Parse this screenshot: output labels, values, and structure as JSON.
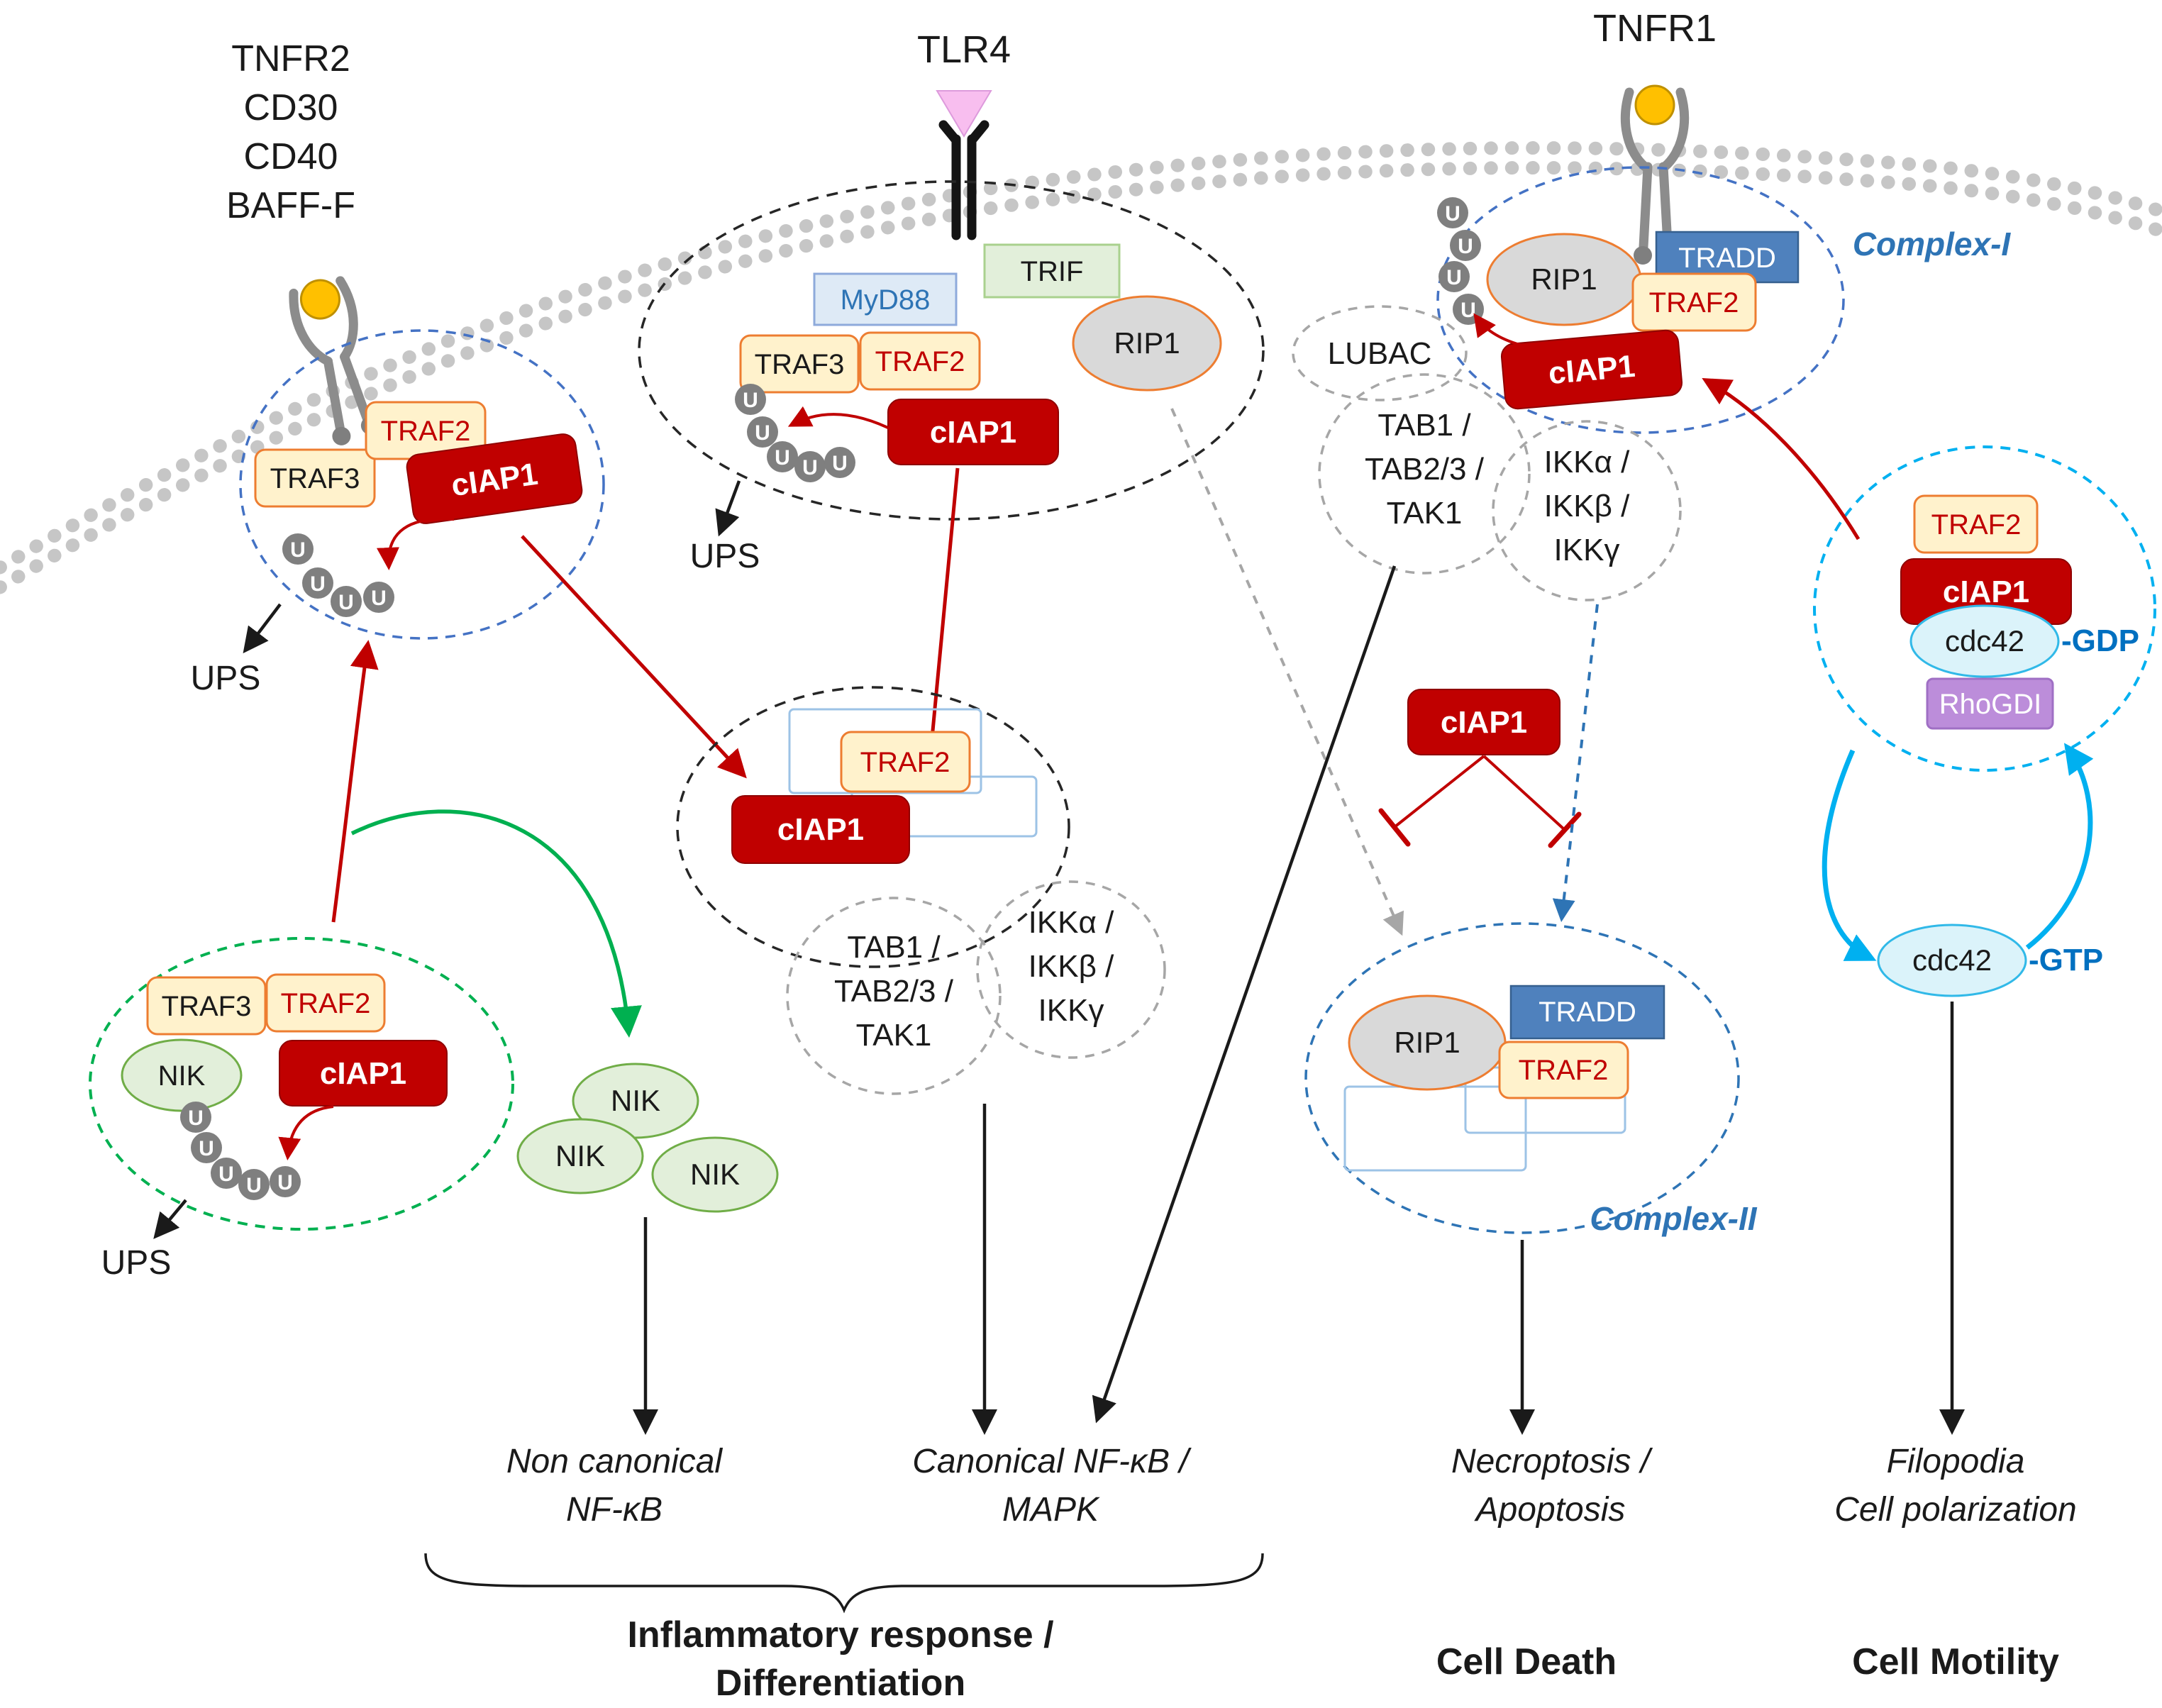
{
  "receptors": {
    "left_stack": [
      "TNFR2",
      "CD30",
      "CD40",
      "BAFF-F"
    ],
    "tlr4": "TLR4",
    "tnfr1": "TNFR1"
  },
  "proteins": {
    "traf3": "TRAF3",
    "traf2": "TRAF2",
    "ciap1": "cIAP1",
    "myd88": "MyD88",
    "trif": "TRIF",
    "rip1": "RIP1",
    "tradd": "TRADD",
    "nik": "NIK",
    "lubac": "LUBAC",
    "rhogdi": "RhoGDI",
    "cdc42": "cdc42",
    "ubiquitin": "U"
  },
  "nucleotides": {
    "gdp": "-GDP",
    "gtp": "-GTP"
  },
  "complexes": {
    "complex1": "Complex-I",
    "complex2": "Complex-II"
  },
  "kinases": {
    "tab": [
      "TAB1 /",
      "TAB2/3 /",
      "TAK1"
    ],
    "ikk": [
      "IKKα /",
      "IKKβ /",
      "IKKγ"
    ]
  },
  "degradation": {
    "ups": "UPS"
  },
  "outcomes": {
    "noncanonical": {
      "line1": "Non canonical",
      "line2": "NF-κB"
    },
    "canonical": {
      "line1": "Canonical NF-κB /",
      "line2": "MAPK"
    },
    "death": {
      "line1": "Necroptosis /",
      "line2": "Apoptosis"
    },
    "motility": {
      "line1": "Filopodia",
      "line2": "Cell polarization"
    }
  },
  "summary": {
    "inflammatory_line1": "Inflammatory response /",
    "inflammatory_line2": "Differentiation",
    "cell_death": "Cell Death",
    "cell_motility": "Cell Motility"
  },
  "colors": {
    "ciap1_fill": "#C00000",
    "traf_fill": "#FFF2CC",
    "traf_border": "#ED7D31",
    "tradd_fill": "#4F81BD",
    "myd88_fill": "#DEEAF6",
    "trif_fill": "#E2EFDA",
    "rip1_fill": "#D9D9D9",
    "nik_fill": "#E2EFDA",
    "cdc42_fill": "#DBF3FA",
    "rhogdi_fill": "#BC8DDA",
    "ligand": "#FFC000",
    "membrane": "#C6C6C6",
    "complex_blue": "#4472C4",
    "green": "#00B050",
    "cyan": "#00B0F0",
    "red": "#C00000"
  }
}
